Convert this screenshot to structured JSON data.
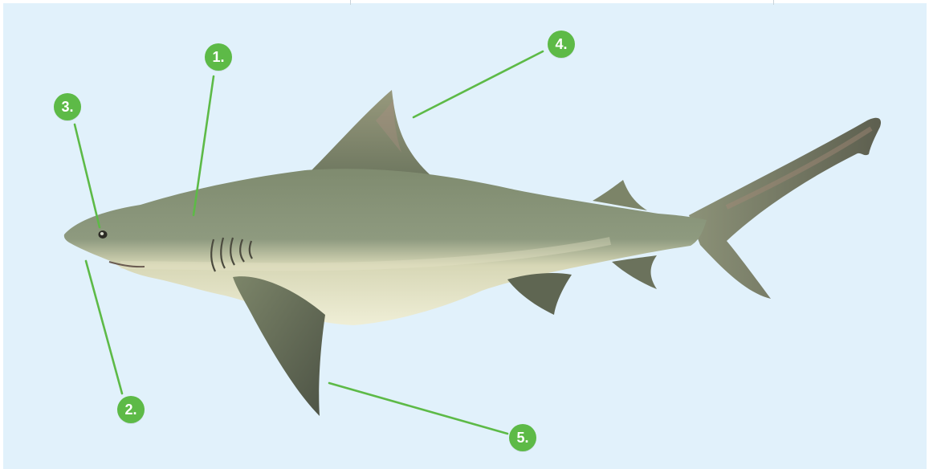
{
  "colors": {
    "background": "#e1f1fb",
    "accent": "#5dba47",
    "badge_text": "#ffffff"
  },
  "callouts": [
    {
      "id": "1",
      "label": "1."
    },
    {
      "id": "2",
      "label": "2."
    },
    {
      "id": "3",
      "label": "3."
    },
    {
      "id": "4",
      "label": "4."
    },
    {
      "id": "5",
      "label": "5."
    }
  ]
}
